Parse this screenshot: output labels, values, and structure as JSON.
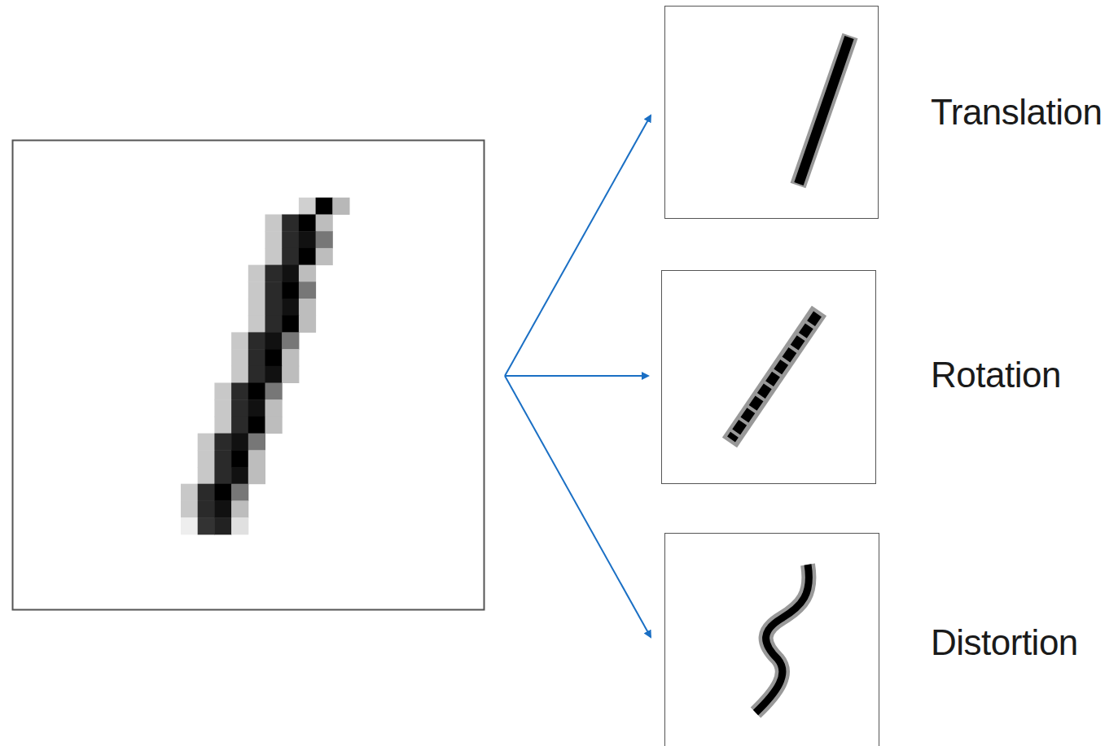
{
  "diagram": {
    "nodes": [
      {
        "text": [
          "Translation"
        ]
      },
      {
        "text": [
          "Rotation"
        ]
      },
      {
        "text": [
          "Distortion"
        ]
      }
    ]
  }
}
